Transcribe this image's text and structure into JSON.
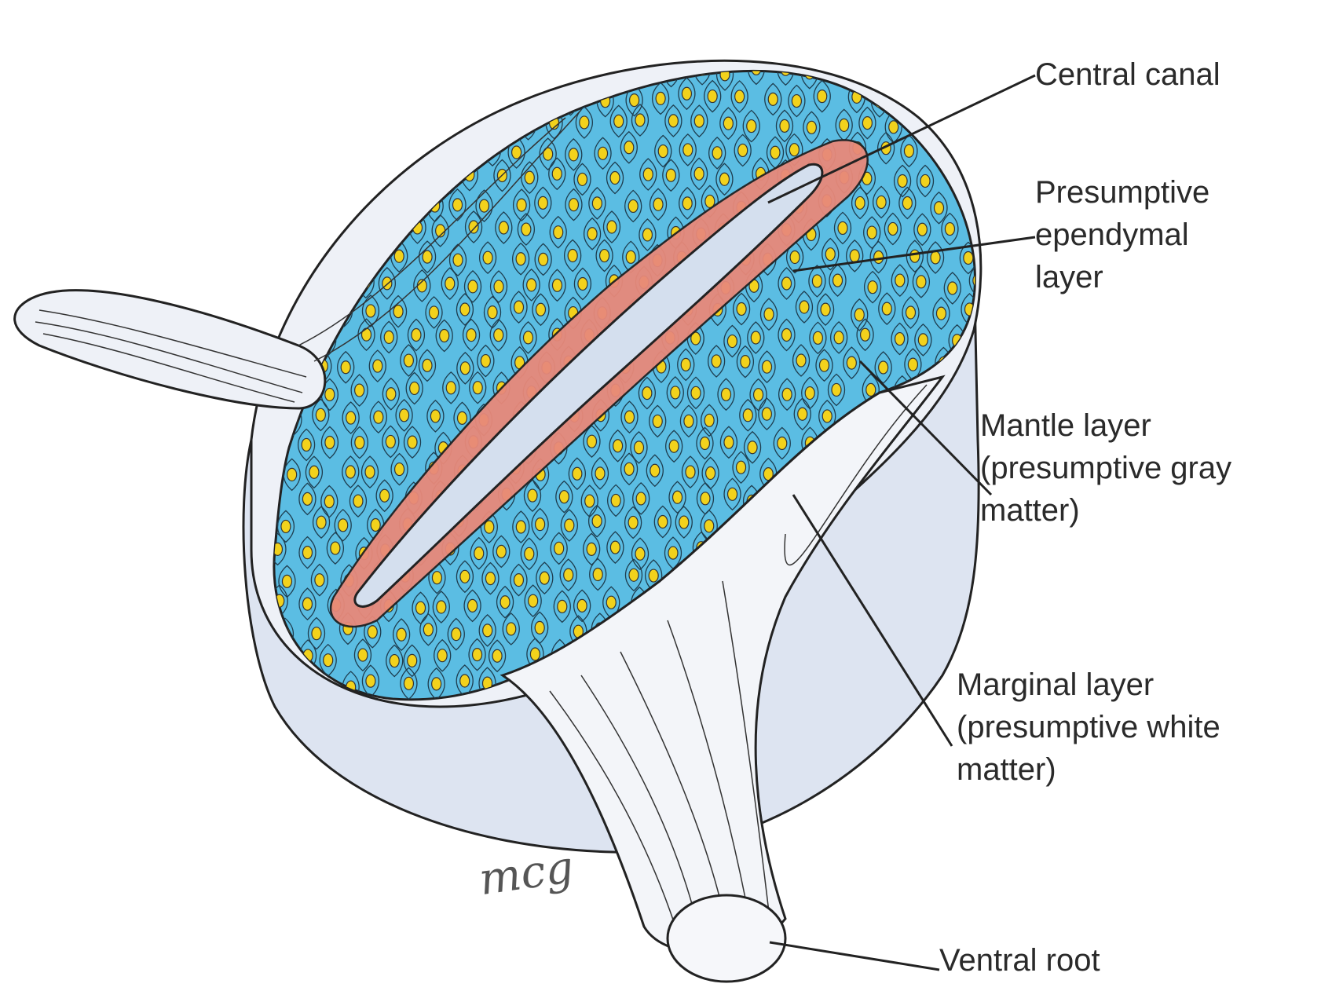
{
  "labels": {
    "central_canal": "Central canal",
    "ependymal": [
      "Presumptive",
      "ependymal",
      "layer"
    ],
    "mantle": [
      "Mantle layer",
      "(presumptive gray",
      "matter)"
    ],
    "marginal": [
      "Marginal layer",
      "(presumptive white",
      "matter)"
    ],
    "ventral_root": "Ventral root"
  },
  "signature": "mcg",
  "colors": {
    "mantle": "#5bbde3",
    "ependymal": "#e8897a",
    "nucleus": "#f2d21c",
    "white_matter": "#dde4f1",
    "canal": "#d4dfee",
    "outline": "#222222"
  }
}
